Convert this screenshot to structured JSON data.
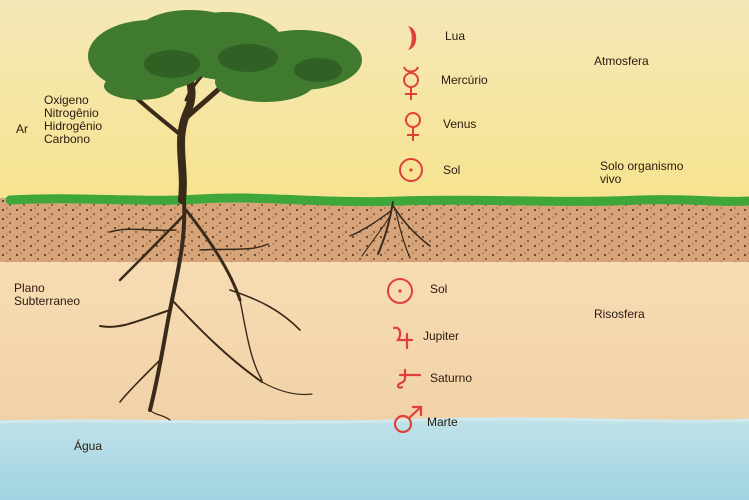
{
  "zones": {
    "atmosfera": "Atmosfera",
    "solo": "Solo organismo\nvivo",
    "risosfera": "Risosfera",
    "plano": "Plano\nSubterraneo",
    "agua": "Água",
    "ar": "Ar",
    "elementos": "Oxigeno\nNitrogênio\nHidrogênio\nCarbono"
  },
  "planets": [
    {
      "name": "Lua",
      "icon": "moon-icon",
      "color": "#e0403a"
    },
    {
      "name": "Mercúrio",
      "icon": "mercury-icon",
      "color": "#e0403a"
    },
    {
      "name": "Venus",
      "icon": "venus-icon",
      "color": "#e0403a"
    },
    {
      "name": "Sol",
      "icon": "sun-icon",
      "color": "#e0403a"
    },
    {
      "name": "Sol",
      "icon": "sun-icon",
      "color": "#e0403a"
    },
    {
      "name": "Jupiter",
      "icon": "jupiter-icon",
      "color": "#e0403a"
    },
    {
      "name": "Saturno",
      "icon": "saturn-icon",
      "color": "#e0403a"
    },
    {
      "name": "Marte",
      "icon": "mars-icon",
      "color": "#e0403a"
    }
  ],
  "colors": {
    "sky": "#f6e6a4",
    "ground_line": "#3fa63a",
    "soil": "#d9a377",
    "subsoil": "#f3d5ad",
    "water": "#a6d8e4",
    "symbol": "#e0403a"
  }
}
